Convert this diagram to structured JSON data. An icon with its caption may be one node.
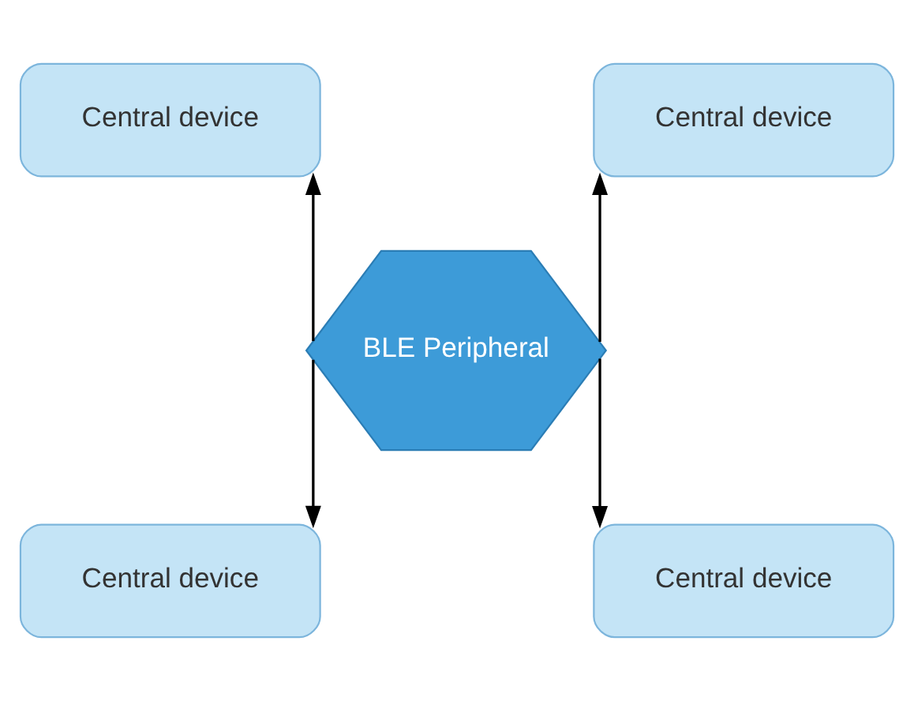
{
  "diagram": {
    "nodes": [
      {
        "text": [
          "Central device"
        ]
      },
      {
        "text": [
          "Central device"
        ]
      },
      {
        "text": [
          "BLE Peripheral"
        ]
      },
      {
        "text": [
          "Central device"
        ]
      },
      {
        "text": [
          "Central device"
        ]
      }
    ],
    "edges": [
      {
        "from": 2,
        "to": 0,
        "arrow": "to"
      },
      {
        "from": 2,
        "to": 1,
        "arrow": "to"
      },
      {
        "from": 2,
        "to": 3,
        "arrow": "to"
      },
      {
        "from": 2,
        "to": 4,
        "arrow": "to"
      }
    ]
  }
}
